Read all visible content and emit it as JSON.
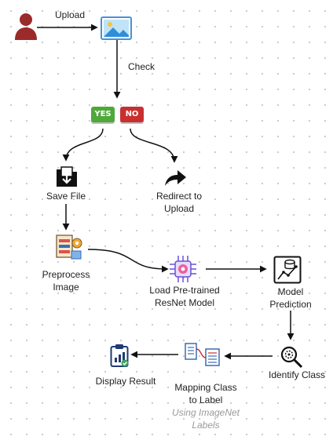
{
  "diagram": {
    "edges": {
      "upload": "Upload",
      "check": "Check"
    },
    "badges": {
      "yes": "YES",
      "no": "NO"
    },
    "nodes": {
      "save_file": "Save File",
      "redirect": "Redirect to\nUpload",
      "preprocess": "Preprocess\nImage",
      "load_model": "Load Pre-trained\nResNet Model",
      "prediction": "Model\nPrediction",
      "identify": "Identify Class",
      "mapping": "Mapping Class\nto Label",
      "mapping_note": "Using ImageNet\nLabels",
      "display": "Display Result"
    },
    "colors": {
      "user": "#9b2a2a",
      "yes": "#4fa83a",
      "no": "#c8302f",
      "image_frame": "#4a90d9",
      "connector": "#111111"
    },
    "icons": {
      "user": "user-icon",
      "image": "image-icon",
      "save": "folder-download-icon",
      "redirect": "share-arrow-icon",
      "preprocess": "data-processing-icon",
      "model": "ai-chip-icon",
      "prediction": "analytics-icon",
      "identify": "magnifier-icon",
      "mapping": "documents-mapping-icon",
      "display": "clipboard-chart-icon"
    }
  }
}
